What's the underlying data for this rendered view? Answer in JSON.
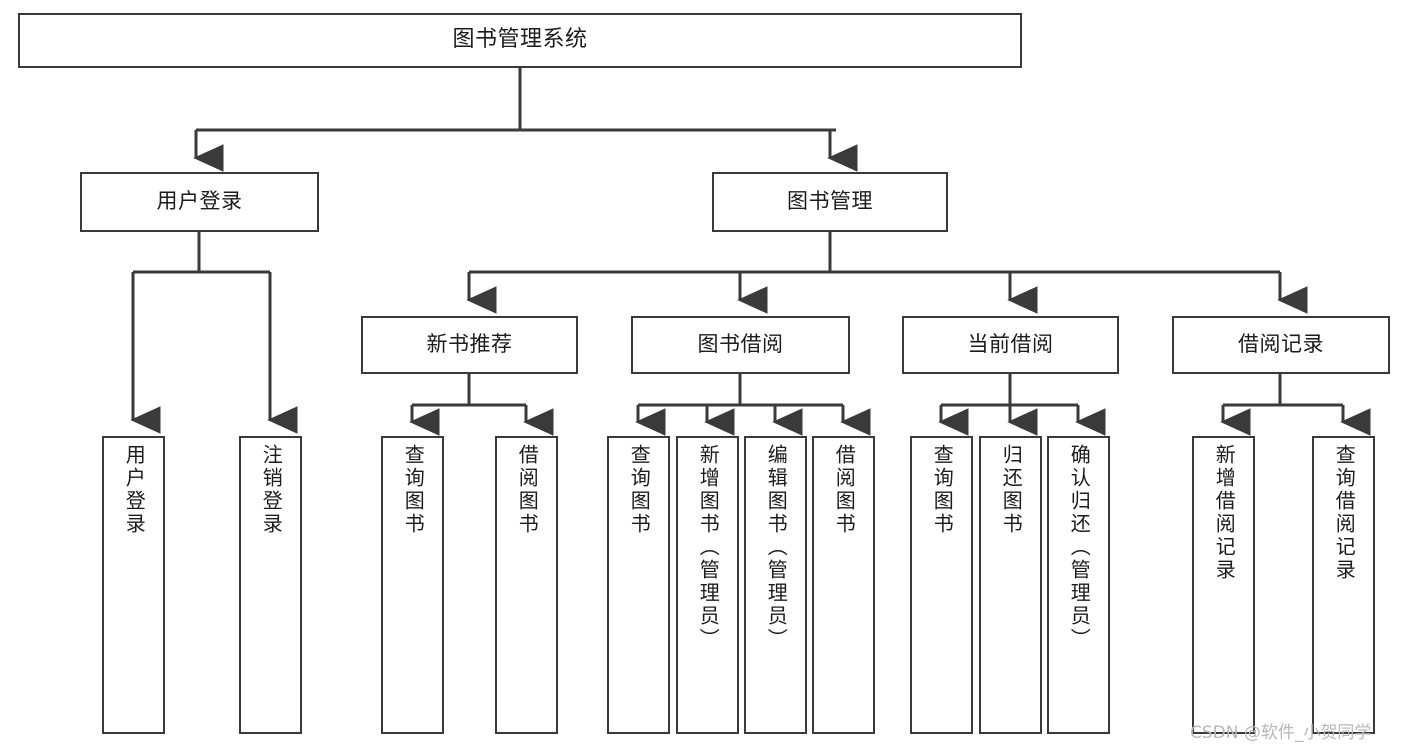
{
  "diagram": {
    "title": "图书管理系统",
    "type": "tree",
    "root": {
      "label": "图书管理系统"
    },
    "level2": [
      {
        "id": "user-login",
        "label": "用户登录"
      },
      {
        "id": "book-management",
        "label": "图书管理"
      }
    ],
    "level3": [
      {
        "id": "new-book-recommend",
        "label": "新书推荐",
        "parent": "book-management"
      },
      {
        "id": "book-borrow",
        "label": "图书借阅",
        "parent": "book-management"
      },
      {
        "id": "current-borrow",
        "label": "当前借阅",
        "parent": "book-management"
      },
      {
        "id": "borrow-record",
        "label": "借阅记录",
        "parent": "book-management"
      }
    ],
    "leaves": [
      {
        "id": "leaf-user-login",
        "label": "用户登录",
        "parent": "user-login"
      },
      {
        "id": "leaf-logout-login",
        "label": "注销登录",
        "parent": "user-login"
      },
      {
        "id": "leaf-query-book-1",
        "label": "查询图书",
        "parent": "new-book-recommend"
      },
      {
        "id": "leaf-borrow-book-1",
        "label": "借阅图书",
        "parent": "new-book-recommend"
      },
      {
        "id": "leaf-query-book-2",
        "label": "查询图书",
        "parent": "book-borrow"
      },
      {
        "id": "leaf-add-book",
        "label": "新增图书（管理员）",
        "parent": "book-borrow"
      },
      {
        "id": "leaf-edit-book",
        "label": "编辑图书（管理员）",
        "parent": "book-borrow"
      },
      {
        "id": "leaf-borrow-book-2",
        "label": "借阅图书",
        "parent": "book-borrow"
      },
      {
        "id": "leaf-query-book-3",
        "label": "查询图书",
        "parent": "current-borrow"
      },
      {
        "id": "leaf-return-book",
        "label": "归还图书",
        "parent": "current-borrow"
      },
      {
        "id": "leaf-confirm-return",
        "label": "确认归还（管理员）",
        "parent": "current-borrow"
      },
      {
        "id": "leaf-add-record",
        "label": "新增借阅记录",
        "parent": "borrow-record"
      },
      {
        "id": "leaf-query-record",
        "label": "查询借阅记录",
        "parent": "borrow-record"
      }
    ]
  },
  "watermark": {
    "text": "CSDN @软件_小贺同学"
  },
  "colors": {
    "stroke": "#3a3a3a",
    "background": "#ffffff",
    "text": "#1c1c1c",
    "watermark": "#b8b8b8"
  }
}
